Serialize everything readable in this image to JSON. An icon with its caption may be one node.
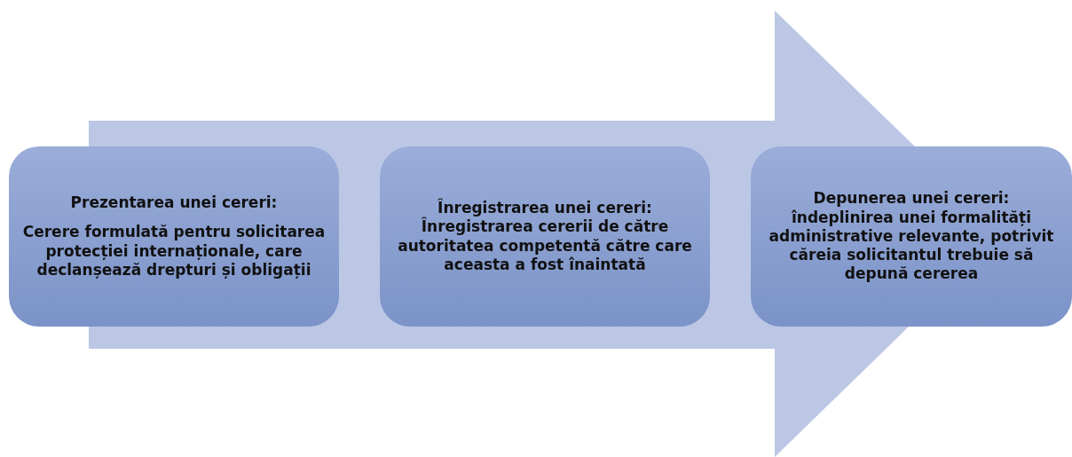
{
  "diagram": {
    "nodes": [
      {
        "text": [
          "Prezentarea unei cereri:",
          "Cerere formulată pentru solicitarea protecției internaționale, care declanșează drepturi și obligații"
        ]
      },
      {
        "text": [
          "Înregistrarea unei cereri:",
          "Înregistrarea cererii de către autoritatea competentă către care aceasta a fost înaintată"
        ]
      },
      {
        "text": [
          "Depunerea unei cereri:",
          "îndeplinirea unei formalități administrative relevante, potrivit căreia solicitantul trebuie să depună cererea"
        ]
      }
    ],
    "edges": [
      {
        "from": 0,
        "to": 2,
        "arrow": "to"
      }
    ]
  }
}
